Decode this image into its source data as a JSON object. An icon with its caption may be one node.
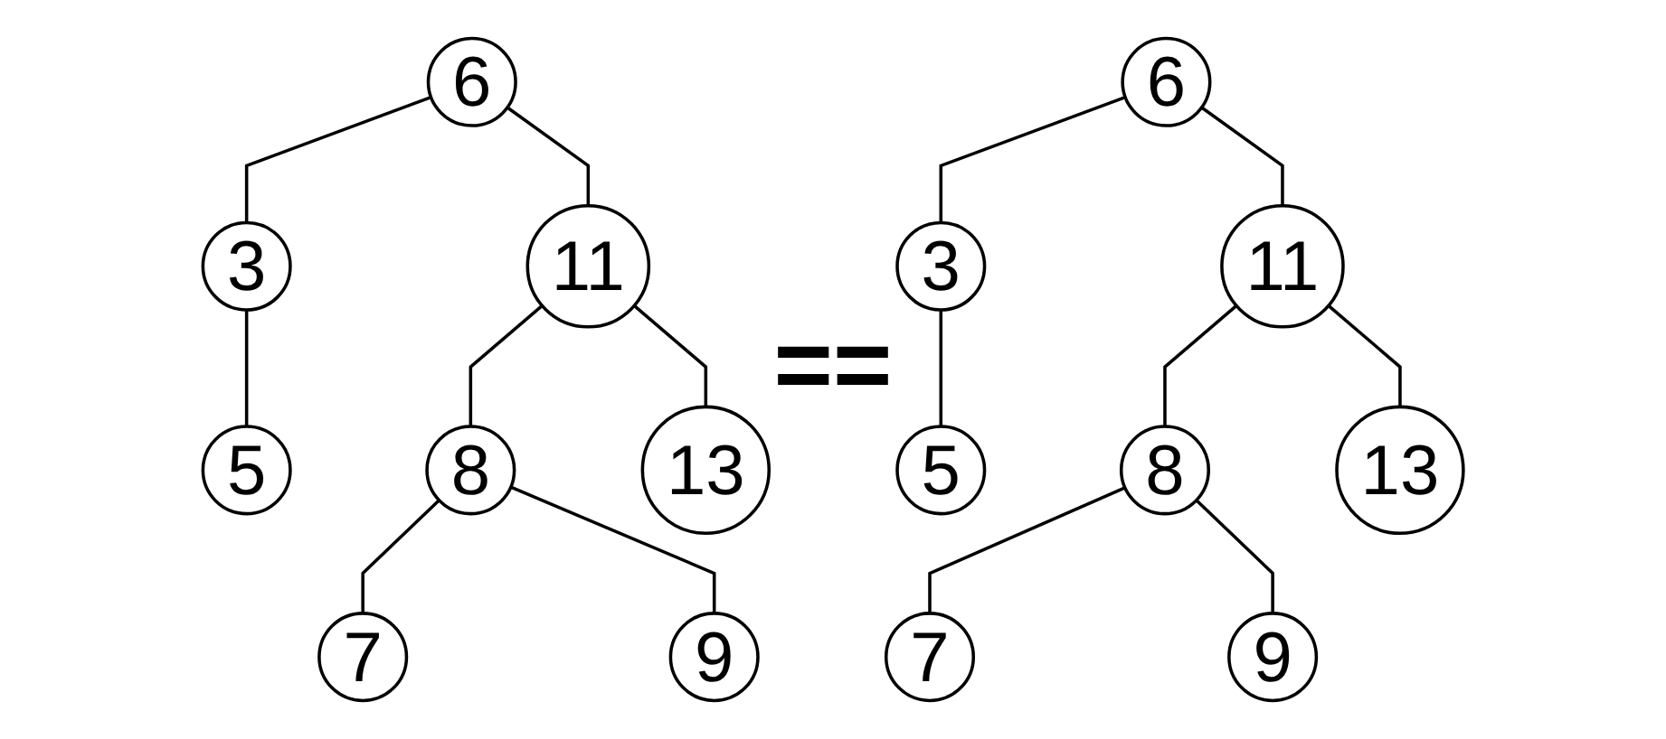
{
  "diagram": {
    "nodes": [
      {
        "text": [
          "6"
        ]
      },
      {
        "text": [
          "3"
        ]
      },
      {
        "text": [
          "11"
        ]
      },
      {
        "text": [
          "5"
        ]
      },
      {
        "text": [
          "8"
        ]
      },
      {
        "text": [
          "13"
        ]
      },
      {
        "text": [
          "7"
        ]
      },
      {
        "text": [
          "9"
        ]
      },
      {
        "text": [
          "6"
        ]
      },
      {
        "text": [
          "3"
        ]
      },
      {
        "text": [
          "11"
        ]
      },
      {
        "text": [
          "5"
        ]
      },
      {
        "text": [
          "8"
        ]
      },
      {
        "text": [
          "13"
        ]
      },
      {
        "text": [
          "7"
        ]
      },
      {
        "text": [
          "9"
        ]
      }
    ],
    "edges": [
      {
        "from": 0,
        "to": 1,
        "arrow": "none"
      },
      {
        "from": 0,
        "to": 2,
        "arrow": "none"
      },
      {
        "from": 1,
        "to": 3,
        "arrow": "none"
      },
      {
        "from": 2,
        "to": 4,
        "arrow": "none"
      },
      {
        "from": 2,
        "to": 5,
        "arrow": "none"
      },
      {
        "from": 4,
        "to": 6,
        "arrow": "none"
      },
      {
        "from": 4,
        "to": 7,
        "arrow": "none"
      },
      {
        "from": 8,
        "to": 9,
        "arrow": "none"
      },
      {
        "from": 8,
        "to": 10,
        "arrow": "none"
      },
      {
        "from": 9,
        "to": 11,
        "arrow": "none"
      },
      {
        "from": 10,
        "to": 12,
        "arrow": "none"
      },
      {
        "from": 10,
        "to": 13,
        "arrow": "none"
      },
      {
        "from": 12,
        "to": 14,
        "arrow": "none"
      },
      {
        "from": 12,
        "to": 15,
        "arrow": "none"
      }
    ],
    "labels": [
      "=="
    ]
  }
}
